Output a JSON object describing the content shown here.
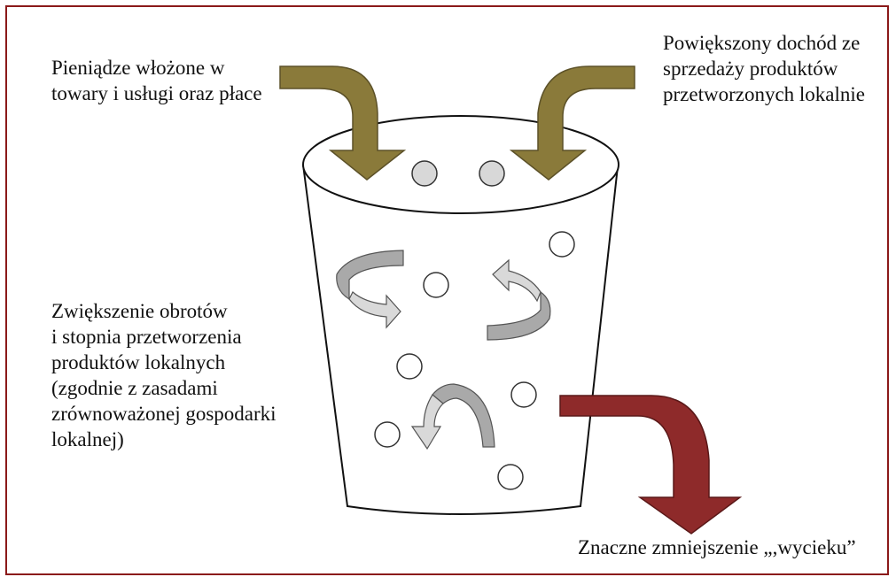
{
  "labels": {
    "inflow_left": [
      "Pieniądze włożone w",
      "towary i usługi oraz płace"
    ],
    "inflow_right": [
      "Powiększony dochód ze",
      "sprzedaży produktów",
      "przetworzonych lokalnie"
    ],
    "circulation": [
      "Zwiększenie obrotów",
      "i stopnia przetworzenia",
      "produktów lokalnych",
      "(zgodnie z zasadami",
      "zrównoważonej gospodarki",
      "lokalnej)"
    ],
    "leak": [
      "Znaczne zmniejszenie „,wycieku”"
    ]
  },
  "colors": {
    "frame": "#8b1a1a",
    "inflow_arrow": "#8a7a3a",
    "leak_arrow": "#8e2a2a",
    "circulation_arrow_dark": "#a9a9a9",
    "circulation_arrow_light": "#d9d9d9",
    "coin_fill_top": "#d8d8d8"
  }
}
